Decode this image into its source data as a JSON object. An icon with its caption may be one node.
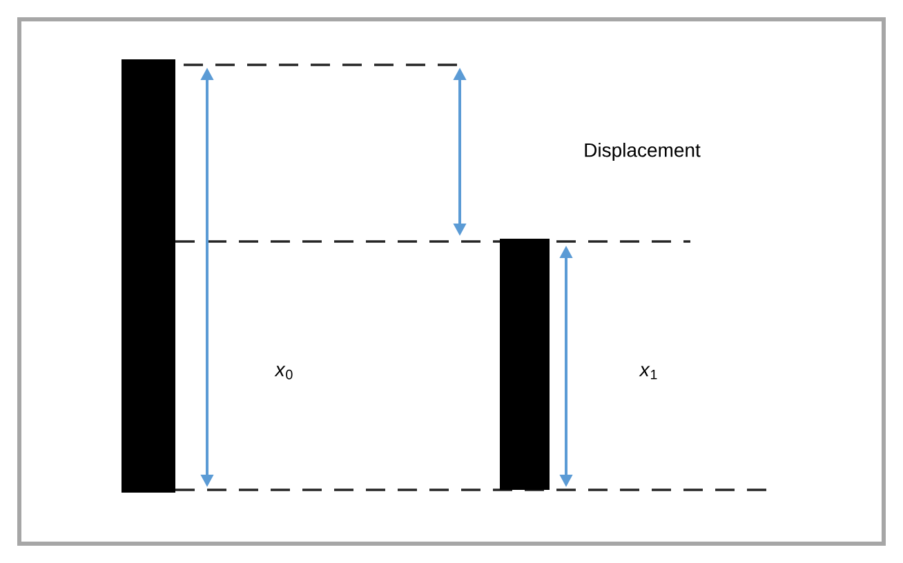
{
  "diagram": {
    "nodes": [
      {
        "text": [],
        "shape": "bar"
      },
      {
        "text": [],
        "shape": "bar"
      }
    ],
    "labels": [
      "Displacement",
      "*x*$_{0}$",
      "*x*$_{1}$"
    ]
  }
}
